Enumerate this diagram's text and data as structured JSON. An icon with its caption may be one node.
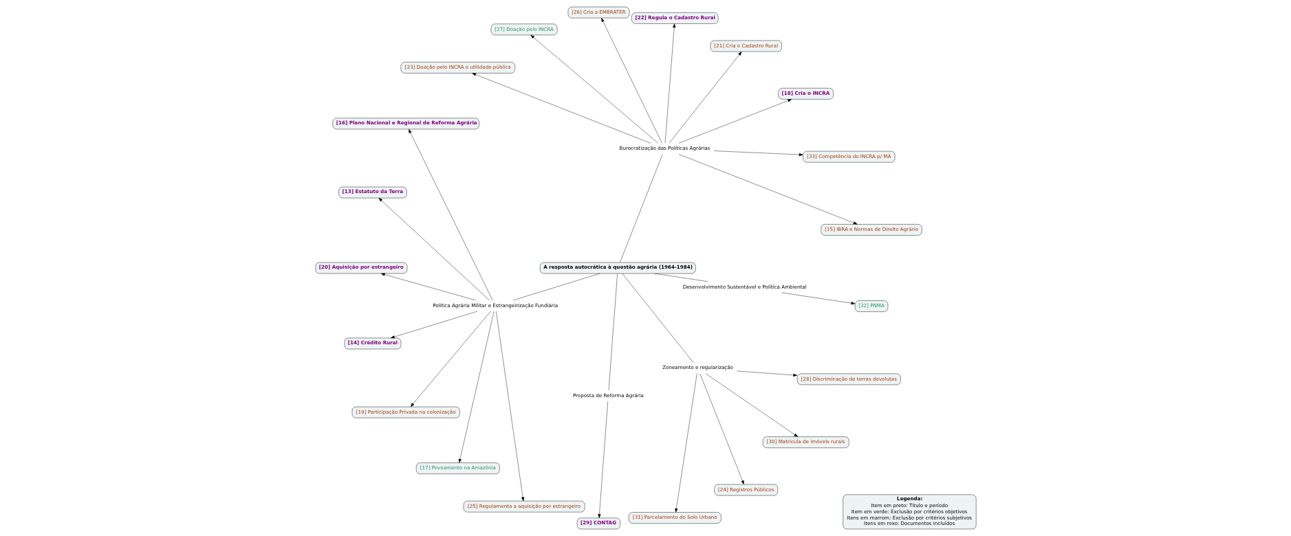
{
  "diagram": {
    "nodes": [
      {
        "text": [
          "A resposta autocrática à questão agrária (1964-1984)"
        ]
      },
      {
        "text": [
          "Burocratização das Políticas Agrárias"
        ]
      },
      {
        "text": [
          "Política Agrária Militar e Estrangeirização Fundiária"
        ]
      },
      {
        "text": [
          "Proposta de Reforma Agrária"
        ]
      },
      {
        "text": [
          "Zoneamento e regularização"
        ]
      },
      {
        "text": [
          "Desenvolvimento Sustentável e Política Ambiental"
        ]
      },
      {
        "text": [
          "[15] IBRA e Normas de Direito Agrário"
        ]
      },
      {
        "text": [
          "[33] Competência do INCRA p/ MA"
        ]
      },
      {
        "text": [
          "[16] Plano Nacional e Regional de Reforma Agrária"
        ]
      },
      {
        "text": [
          "[13] Estatuto da Terra"
        ]
      },
      {
        "text": [
          "[18] Cria o INCRA"
        ]
      },
      {
        "text": [
          "[20] Aquisição por estrangeiro"
        ]
      },
      {
        "text": [
          "[14] Crédito Rural"
        ]
      },
      {
        "text": [
          "[21] Cria o Cadastro Rural"
        ]
      },
      {
        "text": [
          "[19] Participação Privada na colonização"
        ]
      },
      {
        "text": [
          "[22] Regula o Cadastro Rural"
        ]
      },
      {
        "text": [
          "[17] Povoamento na Amazônia"
        ]
      },
      {
        "text": [
          "[26] Cria a EMBRATER"
        ]
      },
      {
        "text": [
          "[25] Regulamenta a aquisição por estrangeiro"
        ]
      },
      {
        "text": [
          "[27] Doação pelo INCRA"
        ]
      },
      {
        "text": [
          "[23] Doação pelo INCRA e utilidade pública"
        ]
      },
      {
        "text": [
          "[29] CONTAG"
        ]
      },
      {
        "text": [
          "[31] Parcelamento do Solo Urbano"
        ]
      },
      {
        "text": [
          "[24] Registros Públicos"
        ]
      },
      {
        "text": [
          "[32] PNMA"
        ]
      },
      {
        "text": [
          "[30] Matrícula de imóveis rurais"
        ]
      },
      {
        "text": [
          "[28] Discriminação de terras devolutas"
        ]
      }
    ],
    "edges": [
      {
        "from": 0,
        "to": 1,
        "arrow": "none"
      },
      {
        "from": 0,
        "to": 2,
        "arrow": "none"
      },
      {
        "from": 0,
        "to": 3,
        "arrow": "none"
      },
      {
        "from": 0,
        "to": 4,
        "arrow": "none"
      },
      {
        "from": 0,
        "to": 5,
        "arrow": "none"
      },
      {
        "from": 1,
        "to": 6,
        "arrow": "to"
      },
      {
        "from": 1,
        "to": 7,
        "arrow": "to"
      },
      {
        "from": 1,
        "to": 10,
        "arrow": "to"
      },
      {
        "from": 1,
        "to": 13,
        "arrow": "to"
      },
      {
        "from": 1,
        "to": 15,
        "arrow": "to"
      },
      {
        "from": 1,
        "to": 17,
        "arrow": "to"
      },
      {
        "from": 1,
        "to": 19,
        "arrow": "to"
      },
      {
        "from": 1,
        "to": 20,
        "arrow": "to"
      },
      {
        "from": 2,
        "to": 11,
        "arrow": "to"
      },
      {
        "from": 2,
        "to": 8,
        "arrow": "to"
      },
      {
        "from": 2,
        "to": 9,
        "arrow": "to"
      },
      {
        "from": 2,
        "to": 12,
        "arrow": "to"
      },
      {
        "from": 2,
        "to": 14,
        "arrow": "to"
      },
      {
        "from": 2,
        "to": 16,
        "arrow": "to"
      },
      {
        "from": 2,
        "to": 18,
        "arrow": "to"
      },
      {
        "from": 3,
        "to": 21,
        "arrow": "to"
      },
      {
        "from": 4,
        "to": 23,
        "arrow": "to"
      },
      {
        "from": 4,
        "to": 25,
        "arrow": "to"
      },
      {
        "from": 4,
        "to": 26,
        "arrow": "to"
      },
      {
        "from": 4,
        "to": 22,
        "arrow": "to"
      },
      {
        "from": 5,
        "to": 24,
        "arrow": "to"
      }
    ],
    "labels": [
      "Legenda:"
    ],
    "legend": [
      {
        "text": "Item em preto: Título e período"
      },
      {
        "text": "Item em verde: Exclusão por critérios objetivos"
      },
      {
        "text": "Itens em marrom: Exclusão por critérios subjetivos"
      },
      {
        "text": "Itens em roxo: Documentos incluídos"
      }
    ]
  }
}
